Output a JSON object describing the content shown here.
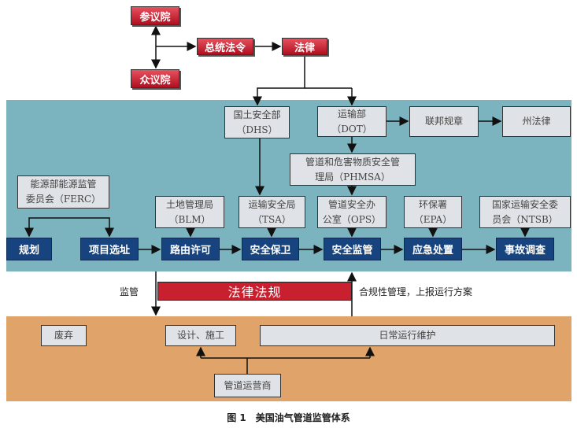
{
  "top": {
    "senate": "参议院",
    "house": "众议院",
    "presidential_decree": "总统法令",
    "law": "法律"
  },
  "agencies": {
    "dhs": "国土安全部\n（DHS）",
    "dot": "运输部\n（DOT）",
    "federal_regs": "联邦规章",
    "state_law": "州法律",
    "phmsa": "管道和危害物质安全管\n理局（PHMSA）",
    "ferc": "能源部能源监管\n委员会（FERC）",
    "blm": "土地管理局\n（BLM）",
    "tsa": "运输安全局\n（TSA）",
    "ops": "管道安全办\n公室（OPS）",
    "epa": "环保署\n（EPA）",
    "ntsb": "国家运输安全委\n员会（NTSB）"
  },
  "stages": [
    "规划",
    "项目选址",
    "路由许可",
    "安全保卫",
    "安全监管",
    "应急处置",
    "事故调查"
  ],
  "middle": {
    "laws_regs": "法律法规",
    "supervise": "监管",
    "compliance": "合规性管理，上报运行方案"
  },
  "operator": {
    "abandon": "废弃",
    "design_build": "设计、施工",
    "daily_ops": "日常运行维护",
    "operator": "管道运营商"
  },
  "caption": "图 1　美国油气管道监管体系",
  "colors": {
    "teal": "#7bb3bf",
    "orange": "#e0a46a",
    "blue": "#17447f",
    "red": "#c8202f"
  }
}
